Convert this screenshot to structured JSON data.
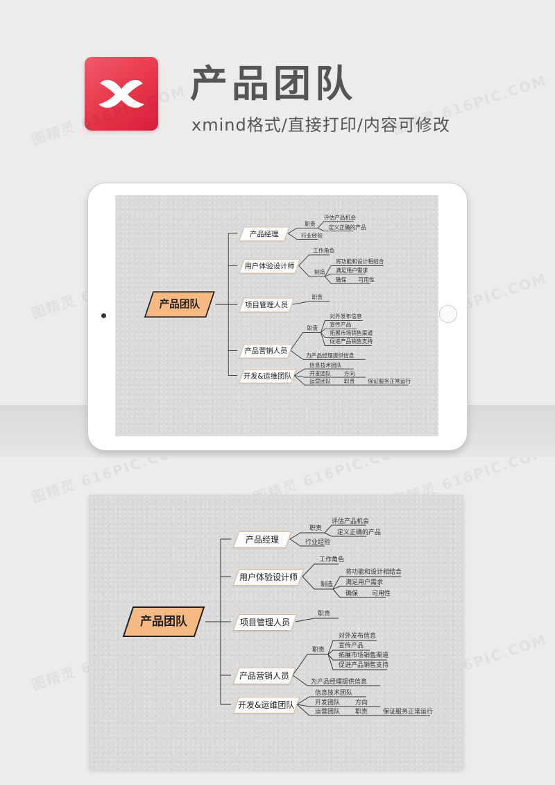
{
  "header": {
    "title": "产品团队",
    "subtitle": "xmind格式/直接打印/内容可修改",
    "logo_icon": "xmind-logo-icon",
    "brand_color": "#e8384c"
  },
  "watermark": {
    "text": "图精灵 616PIC.COM"
  },
  "mindmap": {
    "root": "产品团队",
    "branches": [
      {
        "label": "产品经理",
        "children": [
          {
            "label": "职责",
            "children": [
              "评估产品机会",
              "定义正确的产品"
            ]
          },
          {
            "label": "行业经验"
          }
        ]
      },
      {
        "label": "用户体验设计师",
        "children": [
          {
            "label": "工作角色"
          },
          {
            "label": "制造",
            "children": [
              "将功能和设计相结合",
              "满足用户需求",
              "确保",
              "可用性"
            ]
          }
        ]
      },
      {
        "label": "项目管理人员",
        "children": [
          {
            "label": "职责"
          }
        ]
      },
      {
        "label": "产品营销人员",
        "children": [
          {
            "label": "职责",
            "children": [
              "对外发布信息",
              "宣传产品",
              "拓展市场销售渠道",
              "促进产品销售支持"
            ]
          },
          {
            "label": "为产品经理提供信息"
          }
        ]
      },
      {
        "label": "开发&运维团队",
        "children": [
          {
            "label": "信息技术团队"
          },
          {
            "label": "开发团队",
            "children": [
              "方向"
            ]
          },
          {
            "label": "运营团队",
            "children": [
              "职责",
              "保证服务正常运行"
            ]
          }
        ]
      }
    ]
  }
}
